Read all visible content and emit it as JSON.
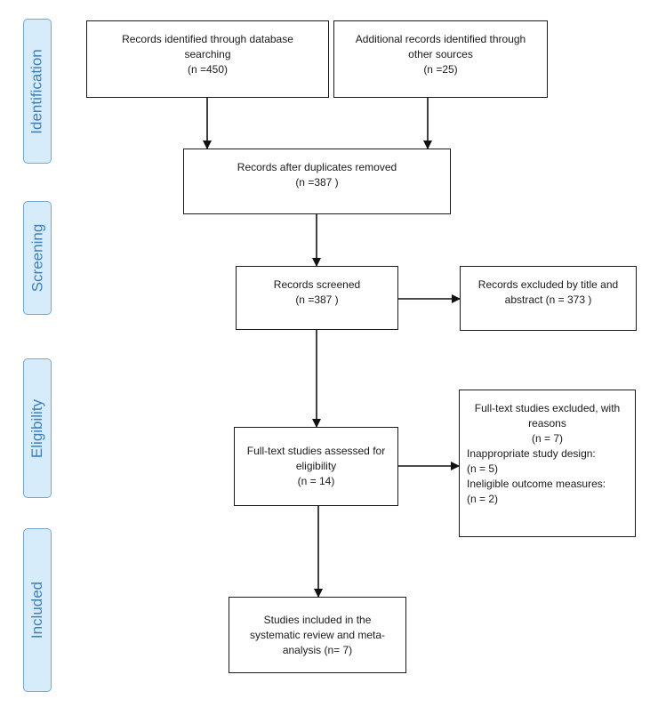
{
  "phases": {
    "identification": "Identification",
    "screening": "Screening",
    "eligibility": "Eligibility",
    "included": "Included"
  },
  "boxes": {
    "database": {
      "line1": "Records identified through database",
      "line2": "searching",
      "count": "(n =450)"
    },
    "other_sources": {
      "line1": "Additional records identified through",
      "line2": "other sources",
      "count": "(n =25)"
    },
    "duplicates_removed": {
      "line1": "Records after duplicates removed",
      "count": "(n =387 )"
    },
    "screened": {
      "line1": "Records screened",
      "count": "(n =387 )"
    },
    "excluded_title": {
      "line1": "Records excluded by title and",
      "line2": "abstract (n = 373 )"
    },
    "fulltext_assessed": {
      "line1": "Full-text studies assessed for",
      "line2": "eligibility",
      "count": "(n = 14)"
    },
    "fulltext_excluded": {
      "line1": "Full-text studies excluded, with",
      "line2": "reasons",
      "count": "(n = 7)",
      "reason1": "Inappropriate study design:",
      "reason1_count": "(n = 5)",
      "reason2": "Ineligible outcome measures:",
      "reason2_count": "(n = 2)"
    },
    "included_studies": {
      "line1": "Studies included in the",
      "line2": "systematic review and meta-",
      "line3": "analysis (n= 7)"
    }
  }
}
